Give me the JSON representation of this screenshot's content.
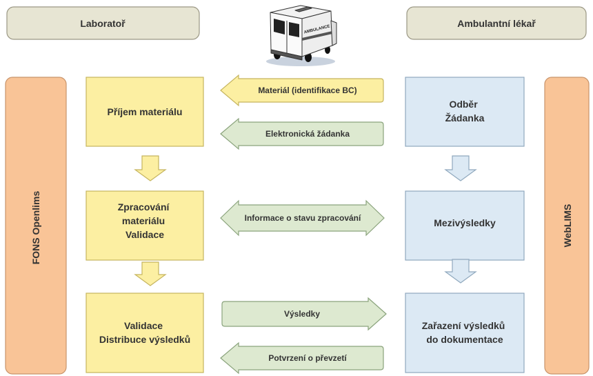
{
  "header": {
    "left_title": "Laboratoř",
    "right_title": "Ambulantní lékař"
  },
  "systems": {
    "left": "FONS Openlims",
    "right": "WebLIMS"
  },
  "ambulance": {
    "icon": "ambulance-icon",
    "side_text": "AMBULANCE"
  },
  "lab_steps": [
    {
      "lines": [
        "Příjem materiálu"
      ]
    },
    {
      "lines": [
        "Zpracování",
        "materiálu",
        "Validace"
      ]
    },
    {
      "lines": [
        "Validace",
        "Distribuce výsledků"
      ]
    }
  ],
  "clinic_steps": [
    {
      "lines": [
        "Odběr",
        "Žádanka"
      ]
    },
    {
      "lines": [
        "Mezivýsledky"
      ]
    },
    {
      "lines": [
        "Zařazení výsledků",
        "do dokumentace"
      ]
    }
  ],
  "step_connector_icon": "arrow-down-icon",
  "flows": [
    {
      "label": "Materiál (identifikace BC)",
      "icon": "arrow-left-icon",
      "color": "#fcefa2"
    },
    {
      "label": "Elektronická žádanka",
      "icon": "arrow-left-icon",
      "color": "#dde9d0"
    },
    {
      "label": "Informace o stavu zpracování",
      "icon": "arrow-left-right-icon",
      "color": "#dde9d0"
    },
    {
      "label": "Výsledky",
      "icon": "arrow-right-icon",
      "color": "#dde9d0"
    },
    {
      "label": "Potvrzení o převzetí",
      "icon": "arrow-left-icon",
      "color": "#dde9d0"
    }
  ],
  "colors": {
    "header_fill": "#e7e5d3",
    "header_stroke": "#9a9784",
    "system_fill": "#f9c497",
    "system_stroke": "#c8946b",
    "lab_fill": "#fcefa2",
    "lab_stroke": "#c5b45e",
    "clinic_fill": "#dce9f4",
    "clinic_stroke": "#8fa8bd",
    "flow_stroke": "#8aa37c",
    "text": "#333333"
  }
}
